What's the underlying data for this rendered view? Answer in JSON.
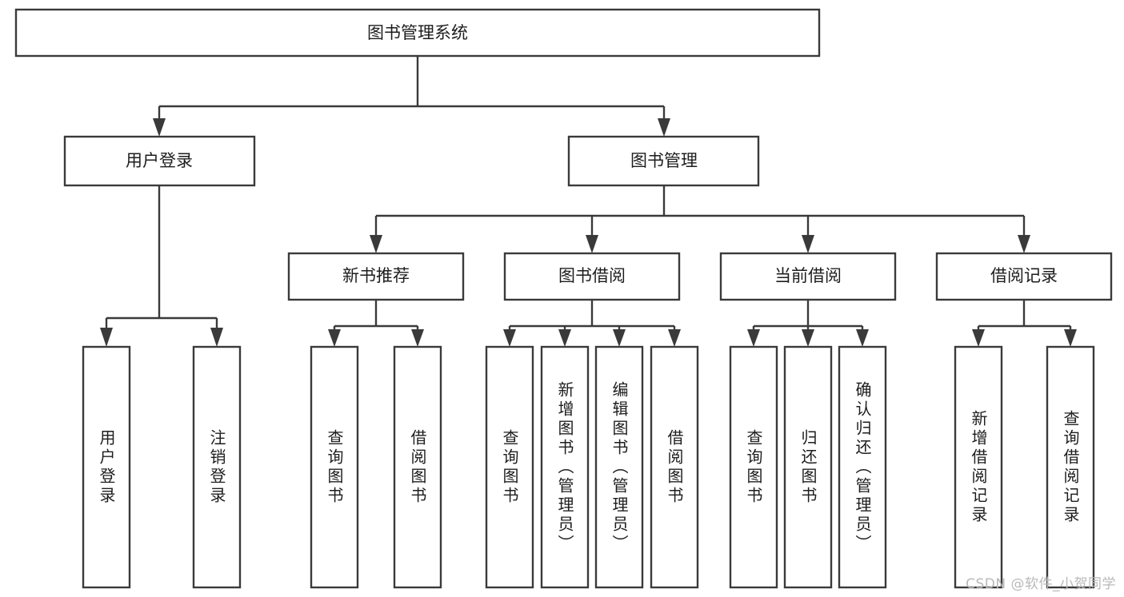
{
  "diagram": {
    "type": "hierarchy-tree",
    "title": "图书管理系统",
    "watermark": "CSDN @软件_小贺同学",
    "colors": {
      "box_stroke": "#3a3a3a",
      "box_fill": "#ffffff",
      "text": "#1d1d1d",
      "connector": "#3a3a3a",
      "watermark": "#b9b9b9",
      "background": "#ffffff"
    },
    "root": {
      "label": "图书管理系统"
    },
    "level2": [
      {
        "label": "用户登录"
      },
      {
        "label": "图书管理"
      }
    ],
    "level3": [
      {
        "label": "新书推荐"
      },
      {
        "label": "图书借阅"
      },
      {
        "label": "当前借阅"
      },
      {
        "label": "借阅记录"
      }
    ],
    "leaves": {
      "user_login": [
        {
          "label": "用户登录"
        },
        {
          "label": "注销登录"
        }
      ],
      "new_book_recommend": [
        {
          "label": "查询图书"
        },
        {
          "label": "借阅图书"
        }
      ],
      "book_borrow": [
        {
          "label": "查询图书"
        },
        {
          "label": "新增图书（管理员）"
        },
        {
          "label": "编辑图书（管理员）"
        },
        {
          "label": "借阅图书"
        }
      ],
      "current_borrow": [
        {
          "label": "查询图书"
        },
        {
          "label": "归还图书"
        },
        {
          "label": "确认归还（管理员）"
        }
      ],
      "borrow_record": [
        {
          "label": "新增借阅记录"
        },
        {
          "label": "查询借阅记录"
        }
      ]
    }
  }
}
